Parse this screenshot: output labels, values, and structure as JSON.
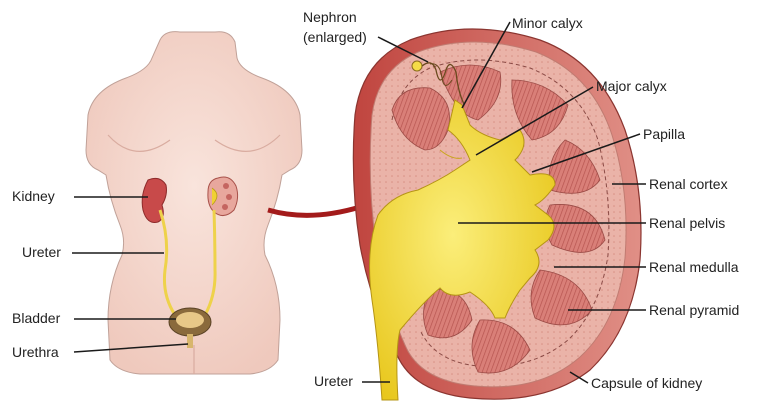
{
  "labels": {
    "kidney": "Kidney",
    "ureter_left": "Ureter",
    "bladder": "Bladder",
    "urethra": "Urethra",
    "nephron_line1": "Nephron",
    "nephron_line2": "(enlarged)",
    "minor_calyx": "Minor calyx",
    "major_calyx": "Major calyx",
    "papilla": "Papilla",
    "renal_cortex": "Renal cortex",
    "renal_pelvis": "Renal pelvis",
    "renal_medulla": "Renal medulla",
    "renal_pyramid": "Renal pyramid",
    "ureter_right": "Ureter",
    "capsule": "Capsule of kidney"
  },
  "colors": {
    "skin": "#f5d9d0",
    "skin_outline": "#b89a93",
    "kidney_red": "#c85050",
    "cortex": "#e9b3a8",
    "pyramid": "#d27a74",
    "pelvis_yellow": "#f3dc3a",
    "arrow": "#a31b1b"
  }
}
